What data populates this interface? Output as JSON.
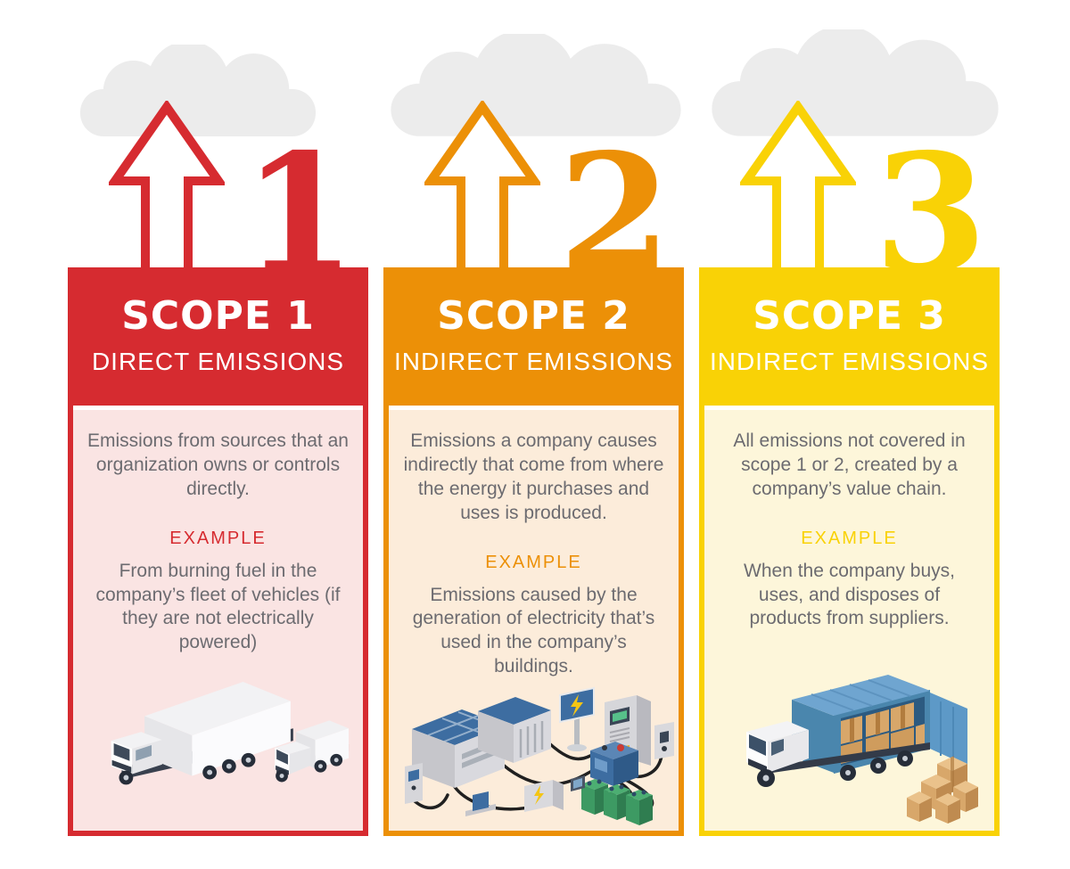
{
  "styles": {
    "page_bg": "#ffffff",
    "cloud_color": "#ececec",
    "text_color": "#6c6b70",
    "arrow_fill": "#ffffff"
  },
  "columns": [
    {
      "number": "1",
      "title": "SCOPE 1",
      "subtitle": "DIRECT EMISSIONS",
      "description": "Emissions from sources that an organization owns or controls directly.",
      "example_label": "EXAMPLE",
      "example_text": "From burning fuel in the company’s fleet of vehicles (if they are not electrically powered)",
      "illustration": "company-fleet-trucks",
      "accent": "#d62b30",
      "body_bg": "#fae4e3"
    },
    {
      "number": "2",
      "title": "SCOPE 2",
      "subtitle": "INDIRECT EMISSIONS",
      "description": "Emissions a company causes indirectly that come from where the energy it purchases and uses is produced.",
      "example_label": "EXAMPLE",
      "example_text": "Emissions caused by the generation of electricity that’s used in the company’s buildings.",
      "illustration": "electricity-generation-equipment",
      "accent": "#ec9007",
      "body_bg": "#fcecda"
    },
    {
      "number": "3",
      "title": "SCOPE 3",
      "subtitle": "INDIRECT EMISSIONS",
      "description": "All emissions not covered in scope 1 or 2, created by a company’s value chain.",
      "example_label": "EXAMPLE",
      "example_text": "When the company buys, uses, and disposes of products from suppliers.",
      "illustration": "supplier-products-truck-and-boxes",
      "accent": "#f9d206",
      "body_bg": "#fdf6da"
    }
  ]
}
